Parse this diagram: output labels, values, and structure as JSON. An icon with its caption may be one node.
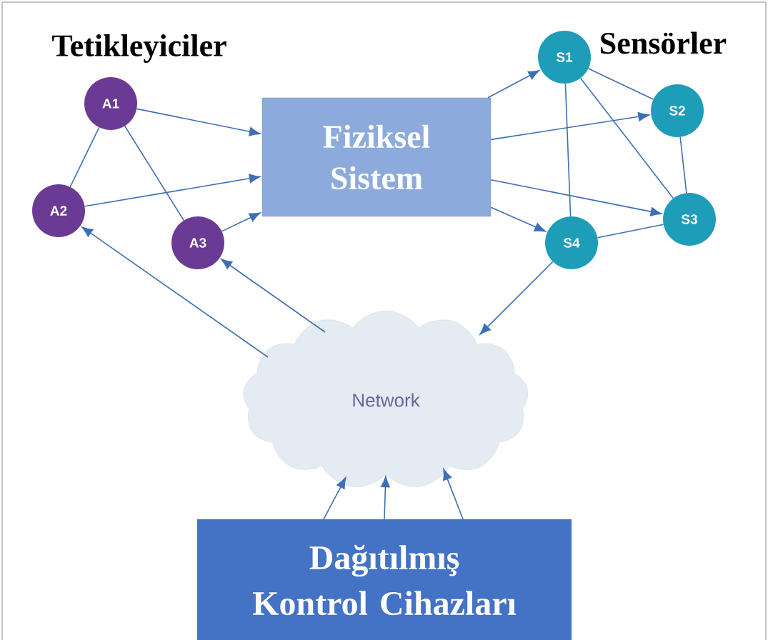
{
  "diagram": {
    "nodes": [
      {
        "text": [
          "A1"
        ]
      },
      {
        "text": [
          "A2"
        ]
      },
      {
        "text": [
          "A3"
        ]
      },
      {
        "text": [
          "Fiziksel Sistem"
        ]
      },
      {
        "text": [
          "S1"
        ]
      },
      {
        "text": [
          "S2"
        ]
      },
      {
        "text": [
          "S3"
        ]
      },
      {
        "text": [
          "S4"
        ]
      },
      {
        "text": [
          "Network"
        ]
      },
      {
        "text": [
          "Dağıtılmış Kontrol Cihazları"
        ]
      }
    ],
    "edges": [
      {
        "from": 0,
        "to": 1,
        "arrow": "none"
      },
      {
        "from": 0,
        "to": 2,
        "arrow": "none"
      },
      {
        "from": 0,
        "to": 3,
        "arrow": "to"
      },
      {
        "from": 1,
        "to": 3,
        "arrow": "to"
      },
      {
        "from": 2,
        "to": 3,
        "arrow": "to"
      },
      {
        "from": 3,
        "to": 4,
        "arrow": "to"
      },
      {
        "from": 3,
        "to": 5,
        "arrow": "to"
      },
      {
        "from": 3,
        "to": 6,
        "arrow": "to"
      },
      {
        "from": 3,
        "to": 7,
        "arrow": "to"
      },
      {
        "from": 4,
        "to": 5,
        "arrow": "none"
      },
      {
        "from": 4,
        "to": 6,
        "arrow": "none"
      },
      {
        "from": 4,
        "to": 7,
        "arrow": "none"
      },
      {
        "from": 5,
        "to": 6,
        "arrow": "none"
      },
      {
        "from": 7,
        "to": 6,
        "arrow": "none"
      },
      {
        "from": 7,
        "to": 8,
        "arrow": "to"
      },
      {
        "from": 8,
        "to": 1,
        "arrow": "to"
      },
      {
        "from": 8,
        "to": 2,
        "arrow": "to"
      },
      {
        "from": 9,
        "to": 8,
        "arrow": "to"
      },
      {
        "from": 9,
        "to": 8,
        "arrow": "to"
      },
      {
        "from": 9,
        "to": 8,
        "arrow": "to"
      }
    ],
    "labels": [
      "Tetikleyiciler",
      "Sensörler"
    ]
  }
}
